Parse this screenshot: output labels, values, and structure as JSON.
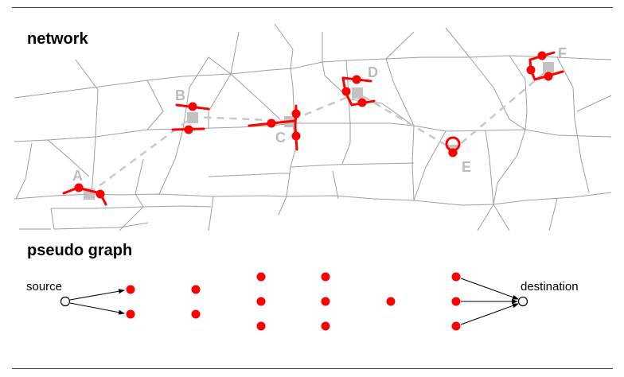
{
  "headings": {
    "network": "network",
    "pseudo_graph": "pseudo graph"
  },
  "points": [
    {
      "label": "A",
      "candidates": 2
    },
    {
      "label": "B",
      "candidates": 2
    },
    {
      "label": "C",
      "candidates": 3
    },
    {
      "label": "D",
      "candidates": 3
    },
    {
      "label": "E",
      "candidates": 1
    },
    {
      "label": "F",
      "candidates": 3
    }
  ],
  "graph": {
    "source_label": "source",
    "destination_label": "destination"
  },
  "colors": {
    "candidate": "#ff0000",
    "gps_point": "#c2c2c2",
    "road": "#9e9e9e",
    "route": "#c8c8c8"
  }
}
